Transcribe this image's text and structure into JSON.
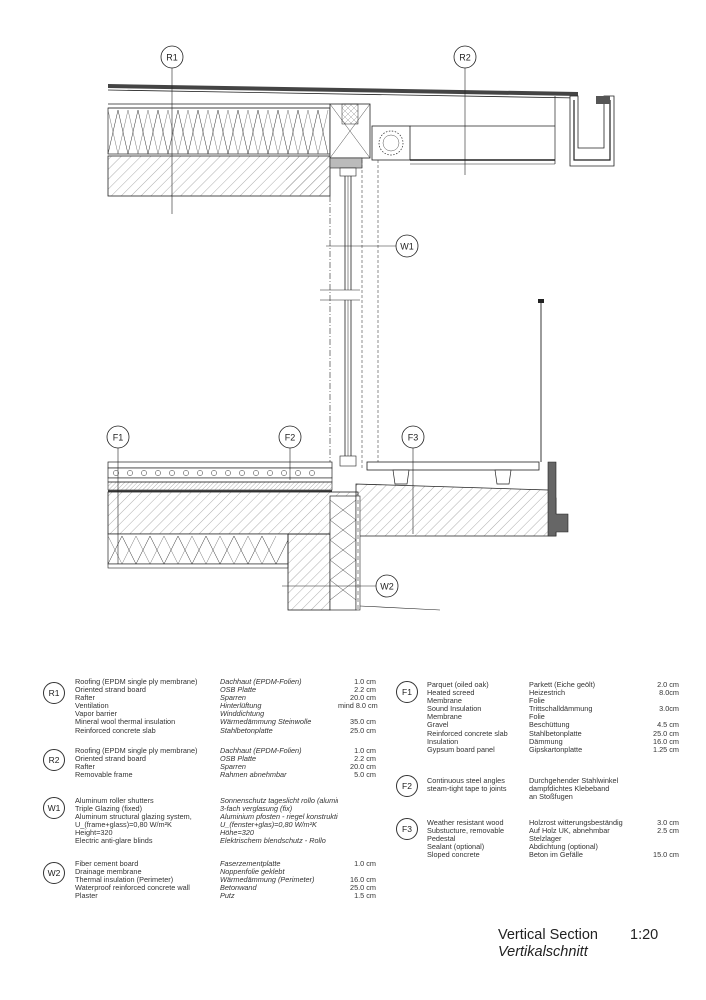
{
  "callouts": {
    "r1": "R1",
    "r2": "R2",
    "w1": "W1",
    "w2": "W2",
    "f1": "F1",
    "f2": "F2",
    "f3": "F3"
  },
  "legend": {
    "r1": {
      "code": "R1",
      "rows": [
        {
          "en": "Roofing (EPDM single ply membrane)",
          "de": "Dachhaut (EPDM-Folien)",
          "val": "1.0 cm"
        },
        {
          "en": "Oriented strand board",
          "de": "OSB Platte",
          "val": "2.2 cm"
        },
        {
          "en": "Rafter",
          "de": "Sparren",
          "val": "20.0 cm"
        },
        {
          "en": "Ventilation",
          "de": "Hinterlüftung",
          "val": "mind 8.0 cm"
        },
        {
          "en": "Vapor barrier",
          "de": "Winddichtung",
          "val": ""
        },
        {
          "en": "Mineral wool thermal insulation",
          "de": "Wärmedämmung Steinwolle",
          "val": "35.0 cm"
        },
        {
          "en": "Reinforced concrete slab",
          "de": "Stahlbetonplatte",
          "val": "25.0 cm"
        }
      ]
    },
    "r2": {
      "code": "R2",
      "rows": [
        {
          "en": "Roofing (EPDM single ply membrane)",
          "de": "Dachhaut (EPDM-Folien)",
          "val": "1.0 cm"
        },
        {
          "en": "Oriented strand board",
          "de": "OSB Platte",
          "val": "2.2 cm"
        },
        {
          "en": "Rafter",
          "de": "Sparren",
          "val": "20.0 cm"
        },
        {
          "en": "Removable frame",
          "de": "Rahmen abnehmbar",
          "val": "5.0 cm"
        }
      ]
    },
    "w1": {
      "code": "W1",
      "rows": [
        {
          "en": "Aluminum roller shutters",
          "de": "Sonnenschutz tageslicht rollo (aluminium)",
          "val": ""
        },
        {
          "en": "Triple Glazing (fixed)",
          "de": "3-fach verglasung (fix)",
          "val": ""
        },
        {
          "en": "Aluminum structural glazing system,",
          "de": "Aluminium pfosten - riegel konstruktion",
          "val": ""
        },
        {
          "en": "U_(frame+glass)=0,80 W/m²K",
          "de": "U_(fenster+glas)=0,80 W/m²K",
          "val": ""
        },
        {
          "en": "Height=320",
          "de": "Höhe=320",
          "val": ""
        },
        {
          "en": "Electric anti-glare blinds",
          "de": "Elektrischem blendschutz - Rollo",
          "val": ""
        }
      ]
    },
    "w2": {
      "code": "W2",
      "rows": [
        {
          "en": "Fiber cement board",
          "de": "Faserzementplatte",
          "val": "1.0 cm"
        },
        {
          "en": "Drainage membrane",
          "de": "Noppenfolie geklebt",
          "val": ""
        },
        {
          "en": "Thermal insulation (Perimeter)",
          "de": "Wärmedämmung (Perimeter)",
          "val": "16.0 cm"
        },
        {
          "en": "Waterproof reinforced concrete wall",
          "de": "Betonwand",
          "val": "25.0 cm"
        },
        {
          "en": "Plaster",
          "de": "Putz",
          "val": "1.5 cm"
        }
      ]
    },
    "f1": {
      "code": "F1",
      "rows": [
        {
          "en": "Parquet (oiled oak)",
          "de": "Parkett (Eiche geölt)",
          "val": "2.0 cm"
        },
        {
          "en": "Heated screed",
          "de": "Heizestrich",
          "val": "8.0cm"
        },
        {
          "en": "Membrane",
          "de": "Folie",
          "val": ""
        },
        {
          "en": "Sound Insulation",
          "de": "Trittschalldämmung",
          "val": "3.0cm"
        },
        {
          "en": "Membrane",
          "de": "Folie",
          "val": ""
        },
        {
          "en": "Gravel",
          "de": "Beschüttung",
          "val": "4.5 cm"
        },
        {
          "en": "Reinforced concrete slab",
          "de": "Stahlbetonplatte",
          "val": "25.0 cm"
        },
        {
          "en": "Insulation",
          "de": "Dämmung",
          "val": "16.0 cm"
        },
        {
          "en": "Gypsum board panel",
          "de": "Gipskartonplatte",
          "val": "1.25 cm"
        }
      ]
    },
    "f2": {
      "code": "F2",
      "rows": [
        {
          "en": "Continuous steel angles",
          "de": "Durchgehender Stahlwinkel",
          "val": ""
        },
        {
          "en": "steam-tight tape to joints",
          "de": "dampfdichtes Klebeband",
          "val": ""
        },
        {
          "en": "",
          "de": "an Stoßfugen",
          "val": ""
        }
      ]
    },
    "f3": {
      "code": "F3",
      "rows": [
        {
          "en": "Weather resistant wood",
          "de": "Holzrost witterungsbeständig",
          "val": "3.0 cm"
        },
        {
          "en": "Substucture, removable",
          "de": "Auf Holz UK, abnehmbar",
          "val": "2.5 cm"
        },
        {
          "en": "Pedestal",
          "de": "Stelzlager",
          "val": ""
        },
        {
          "en": "Sealant (optional)",
          "de": "Abdichtung (optional)",
          "val": ""
        },
        {
          "en": "Sloped concrete",
          "de": "Beton im Gefälle",
          "val": "15.0 cm"
        }
      ]
    }
  },
  "title": {
    "en": "Vertical Section",
    "scale": "1:20",
    "de": "Vertikalschnitt"
  }
}
